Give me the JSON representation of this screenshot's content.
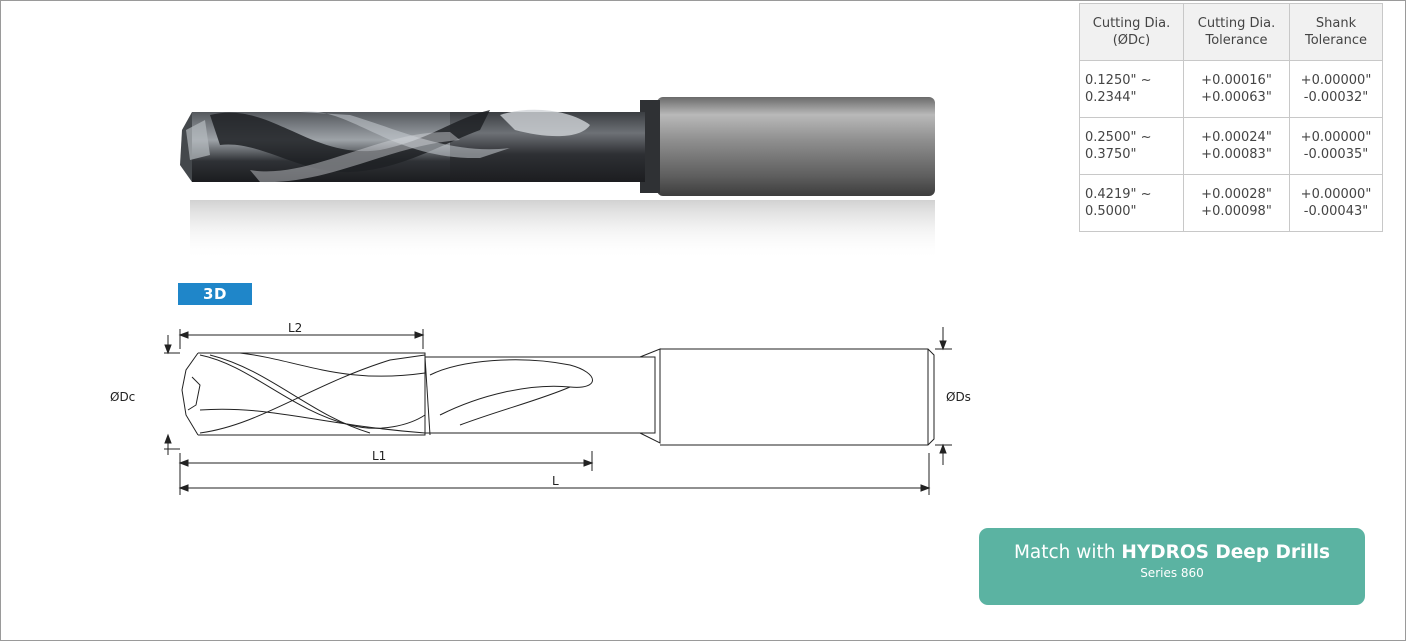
{
  "badge": {
    "label": "3D"
  },
  "table": {
    "headers": [
      [
        "Cutting Dia.",
        "(ØDc)"
      ],
      [
        "Cutting Dia.",
        "Tolerance"
      ],
      [
        "Shank",
        "Tolerance"
      ]
    ],
    "rows": [
      [
        [
          "0.1250\" ~",
          "0.2344\""
        ],
        [
          "+0.00016\"",
          "+0.00063\""
        ],
        [
          "+0.00000\"",
          "-0.00032\""
        ]
      ],
      [
        [
          "0.2500\" ~",
          "0.3750\""
        ],
        [
          "+0.00024\"",
          "+0.00083\""
        ],
        [
          "+0.00000\"",
          "-0.00035\""
        ]
      ],
      [
        [
          "0.4219\" ~",
          "0.5000\""
        ],
        [
          "+0.00028\"",
          "+0.00098\""
        ],
        [
          "+0.00000\"",
          "-0.00043\""
        ]
      ]
    ]
  },
  "drawing": {
    "dim_l2": "L2",
    "dim_l1": "L1",
    "dim_l": "L",
    "label_dc": "ØDc",
    "label_ds": "ØDs"
  },
  "callout": {
    "prefix": "Match with ",
    "product": "HYDROS Deep Drills",
    "series": "Series 860"
  },
  "colors": {
    "badge": "#1f86c9",
    "callout": "#5bb3a2"
  }
}
